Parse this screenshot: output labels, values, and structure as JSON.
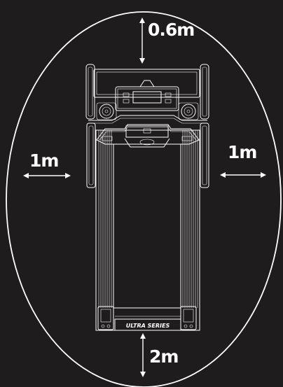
{
  "clearances": {
    "front": "0.6m",
    "left": "1m",
    "right": "1m",
    "rear": "2m"
  },
  "treadmill": {
    "rear_badge": "ULTRA SERIES"
  },
  "colors": {
    "background": "#1e1c1c",
    "lines": "#ffffff"
  }
}
